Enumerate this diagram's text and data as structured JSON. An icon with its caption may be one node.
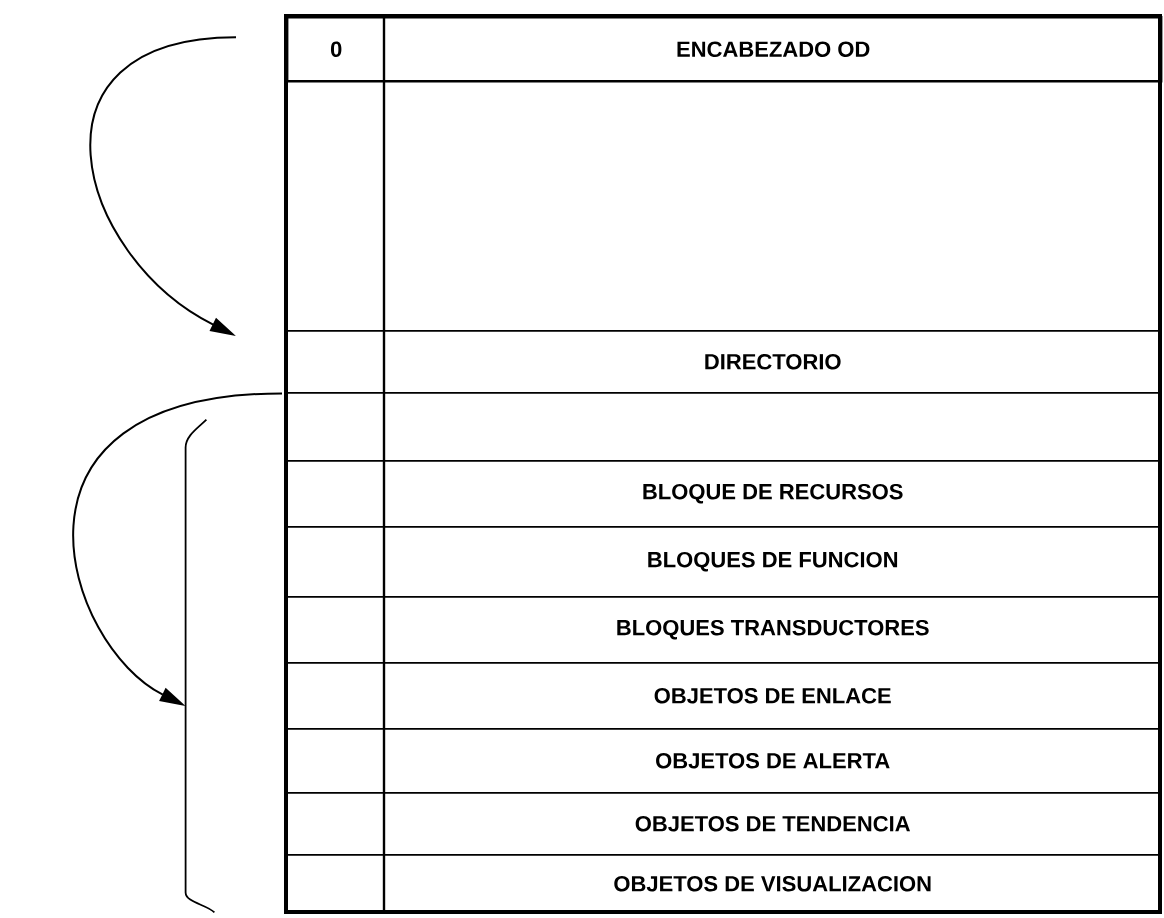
{
  "diagram": {
    "nodes": [
      {
        "text": [
          "0",
          "ENCABEZADO OD"
        ]
      },
      {
        "text": [],
        "shape": "box"
      },
      {
        "text": [
          "DIRECTORIO"
        ]
      },
      {
        "text": [],
        "shape": "box"
      },
      {
        "text": [
          "BLOQUE DE RECURSOS"
        ]
      },
      {
        "text": [
          "BLOQUES DE FUNCION"
        ]
      },
      {
        "text": [
          "BLOQUES TRANSDUCTORES"
        ]
      },
      {
        "text": [
          "OBJETOS DE ENLACE"
        ]
      },
      {
        "text": [
          "OBJETOS DE ALERTA"
        ]
      },
      {
        "text": [
          "OBJETOS DE TENDENCIA"
        ]
      },
      {
        "text": [
          "OBJETOS DE VISUALIZACION"
        ]
      },
      {
        "text": [],
        "shape": "bracket"
      }
    ],
    "edges": [
      {
        "from": 0,
        "to": 2,
        "arrow": "to"
      },
      {
        "from": 2,
        "to": 11,
        "arrow": "to"
      }
    ]
  }
}
